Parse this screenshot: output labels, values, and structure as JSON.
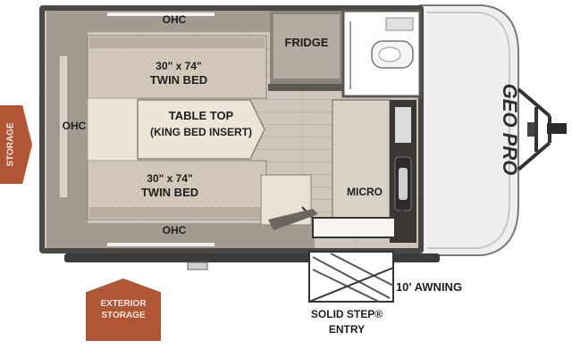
{
  "labels": {
    "ohc_top": "OHC",
    "fridge": "FRIDGE",
    "top_bed_size": "30\" x 74\"",
    "top_bed_name": "TWIN BED",
    "ohc_left": "OHC",
    "table_top": "TABLE TOP",
    "king_insert": "(KING BED INSERT)",
    "bottom_bed_size": "30\" x 74\"",
    "bottom_bed_name": "TWIN BED",
    "micro": "MICRO",
    "ohc_bottom": "OHC",
    "side_storage": "STORAGE",
    "exterior_storage_line1": "EXTERIOR",
    "exterior_storage_line2": "STORAGE",
    "solid_step_line1": "SOLID STEP®",
    "solid_step_line2": "ENTRY",
    "awning": "10' AWNING"
  },
  "logo": {
    "text": "GEO PRO"
  },
  "colors": {
    "storage_tag": "#b05634",
    "floor": "#cdc5bb",
    "bed": "#eae4d9",
    "cabinet": "#8c857d",
    "wall": "#4a4744",
    "nose": "#efefef"
  },
  "icons": [
    "toilet-icon",
    "sink-icon",
    "hitch-icon",
    "step-icon",
    "door-icon"
  ]
}
